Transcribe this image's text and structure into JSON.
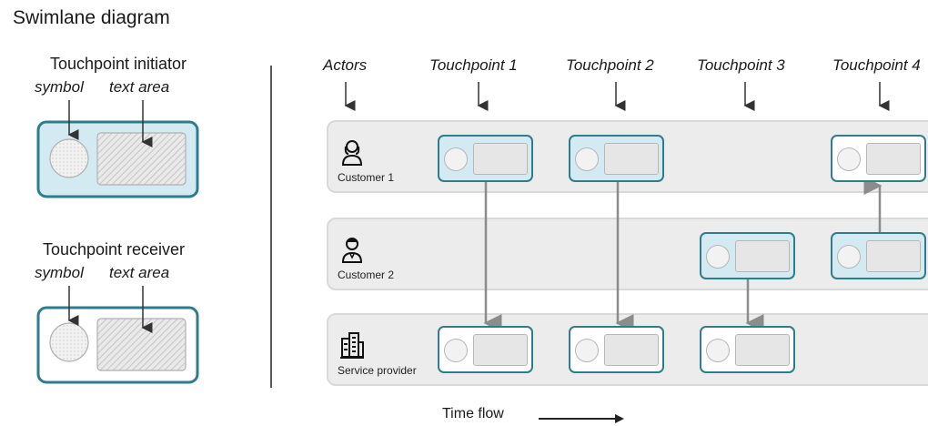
{
  "title": "Swimlane diagram",
  "legend": {
    "initiator": {
      "label": "Touchpoint initiator",
      "symbol_label": "symbol",
      "text_area_label": "text area"
    },
    "receiver": {
      "label": "Touchpoint receiver",
      "symbol_label": "symbol",
      "text_area_label": "text area"
    }
  },
  "columns": [
    "Actors",
    "Touchpoint 1",
    "Touchpoint 2",
    "Touchpoint 3",
    "Touchpoint 4"
  ],
  "lanes": [
    {
      "label": "Customer 1",
      "icon": "female-person-icon"
    },
    {
      "label": "Customer 2",
      "icon": "male-person-icon"
    },
    {
      "label": "Service provider",
      "icon": "building-icon"
    }
  ],
  "time_flow_label": "Time flow",
  "colors": {
    "border": "#2e7d8c",
    "initiator_fill": "#d4eaf3",
    "receiver_fill": "#ffffff",
    "lane_fill": "#ececec",
    "arrow": "#8c8c8c"
  }
}
